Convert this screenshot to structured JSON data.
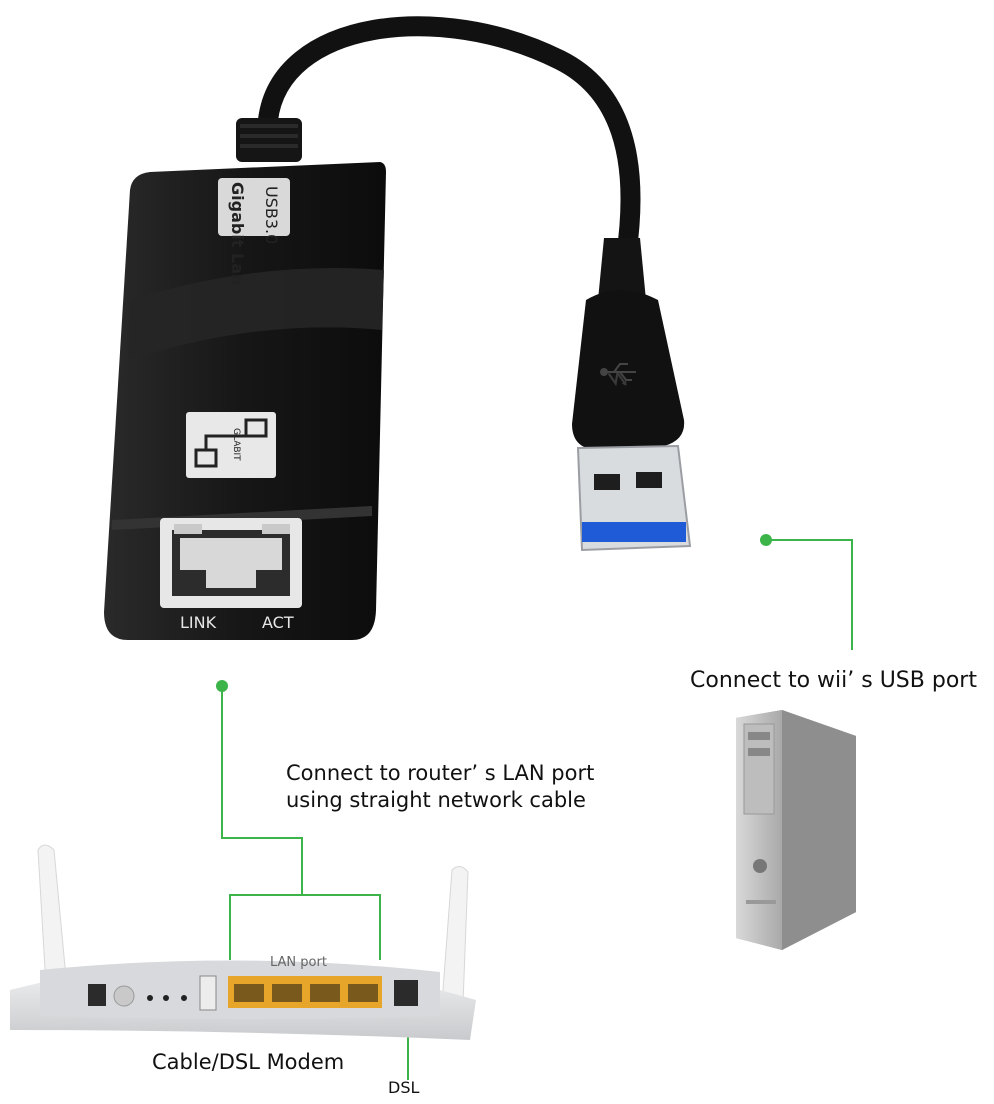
{
  "adapter": {
    "label_line1": "USB3.0",
    "label_line2": "Gigabit Lan",
    "logo_text": "GLABIT",
    "led_link": "LINK",
    "led_act": "ACT"
  },
  "router": {
    "port_label": "LAN port"
  },
  "captions": {
    "usb": "Connect to wii’ s USB port",
    "router_line1": "Connect to router’ s LAN port",
    "router_line2": "using straight network cable",
    "modem": "Cable/DSL Modem",
    "dsl": "DSL"
  },
  "colors": {
    "connector_line": "#3db44a",
    "adapter_body": "#1c1c1c",
    "usb_blue": "#1f5bd6",
    "router_body": "#e9eaec",
    "lan_port": "#e7a52a"
  }
}
